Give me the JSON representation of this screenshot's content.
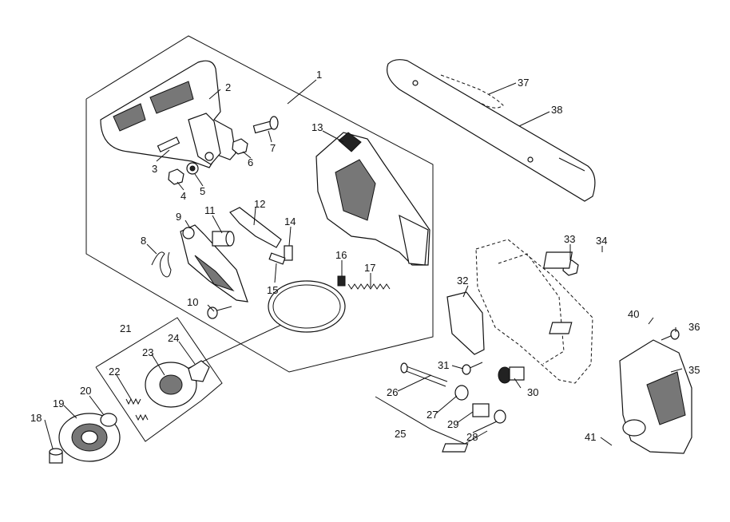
{
  "callouts": {
    "c1": "1",
    "c2": "2",
    "c3": "3",
    "c4": "4",
    "c5": "5",
    "c6": "6",
    "c7": "7",
    "c8": "8",
    "c9": "9",
    "c10": "10",
    "c11": "11",
    "c12": "12",
    "c13": "13",
    "c14": "14",
    "c15": "15",
    "c16": "16",
    "c17": "17",
    "c18": "18",
    "c19": "19",
    "c20": "20",
    "c21": "21",
    "c22": "22",
    "c23": "23",
    "c24": "24",
    "c25": "25",
    "c26": "26",
    "c27": "27",
    "c28": "28",
    "c29": "29",
    "c30": "30",
    "c31": "31",
    "c32": "32",
    "c33": "33",
    "c34": "34",
    "c35": "35",
    "c36": "36",
    "c37": "37",
    "c38": "38",
    "c39": "40",
    "c40": "41"
  }
}
